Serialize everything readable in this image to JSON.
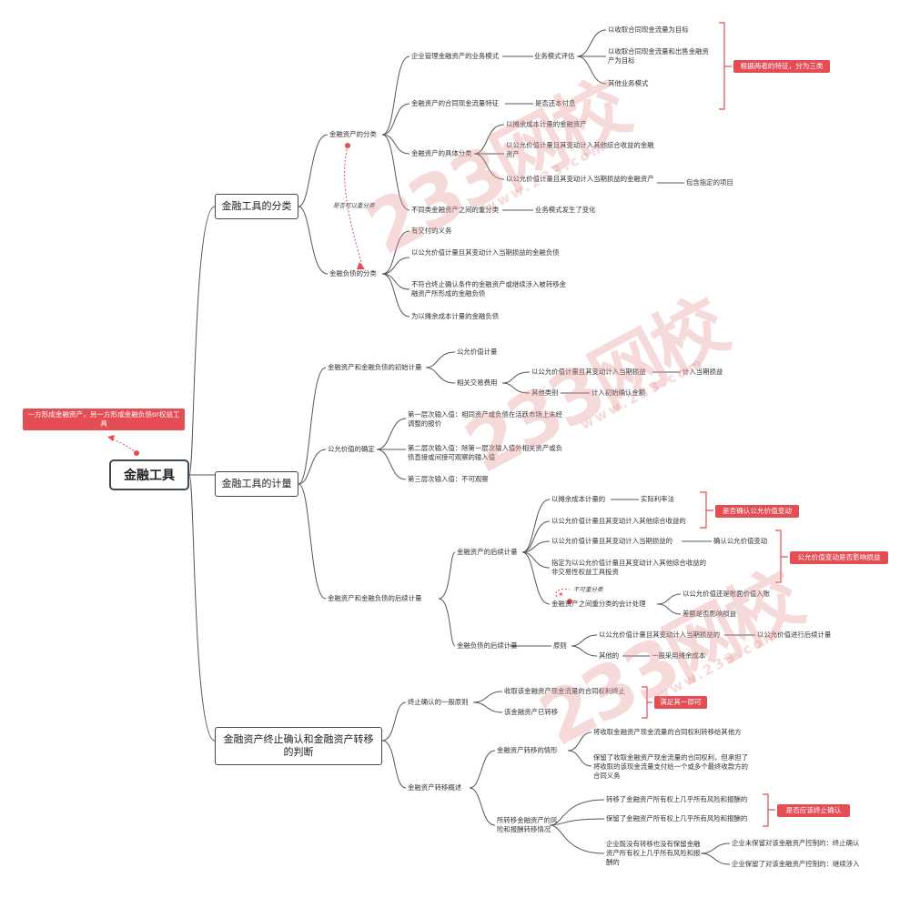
{
  "root": {
    "label": "金融工具"
  },
  "root_tag": "一方形成金融资产，另一方形成金融负债or权益工具",
  "branches": {
    "b1": "金融工具的分类",
    "b2": "金融工具的计量",
    "b3": "金融资产终止确认和金融资产转移的判断"
  },
  "classification": {
    "asset_class": "金融资产的分类",
    "liability_class": "金融负债的分类",
    "reclass_note": "是否可以重分类",
    "business_model": "企业管理金融资产的业务模式",
    "business_model_eval": "业务模式评估",
    "bm_items": [
      "以收取合同现金流量为目标",
      "以收取合同现金流量和出售金融资产为目标",
      "其他业务模式"
    ],
    "tag_three": "根据两者的特征，分为三类",
    "cashflow": "金融资产的合同现金流量特征",
    "cashflow_child": "是否还本付息",
    "specific": "金融资产的具体分类",
    "specific_items": [
      "以摊余成本计量的金融资产",
      "以公允价值计量且其变动计入其他综合收益的金融资产",
      "以公允价值计量且其变动计入当期损益的金融资产"
    ],
    "designated": "包含指定的项目",
    "reclass": "不同类金融资产之间的重分类",
    "reclass_child": "业务模式发生了变化",
    "liab_items": [
      "有交付的义务",
      "以公允价值计量且其变动计入当期损益的金融负债",
      "不符合终止确认条件的金融资产或继续涉入被转移金融资产所形成的金融负债",
      "为以摊余成本计量的金融负债"
    ]
  },
  "measurement": {
    "initial": "金融资产和金融负债的初始计量",
    "initial_fv": "公允价值计量",
    "txn_cost": "相关交易费用",
    "txn_fvpl": "以公允价值计量且其变动计入当期损益",
    "txn_fvpl_child": "计入当期损益",
    "txn_other": "其他类别",
    "txn_other_child": "计入初始确认金额",
    "fair_value": "公允价值的确定",
    "levels": [
      "第一层次输入值：相同资产或负债在活跃市场上未经调整的报价",
      "第二层次输入值：除第一层次输入值外相关资产或负债直接或间接可观察的输入值",
      "第三层次输入值：不可观察"
    ],
    "subsequent": "金融资产和金融负债的后续计量",
    "asset_sub": "金融资产的后续计量",
    "amortized": "以摊余成本计量的",
    "effective_rate": "实际利率法",
    "fvoci": "以公允价值计量且其变动计入其他综合收益的",
    "fvpl": "以公允价值计量且其变动计入当期损益的",
    "fvpl_child": "确认公允价值变动",
    "designated_equity": "指定为以公允价值计量且其变动计入其他综合收益的非交易性权益工具投资",
    "tag_fv_change": "是否确认公允价值变动",
    "tag_fv_pl": "公允价值变动是否影响损益",
    "no_reclass": "不可重分类",
    "reclass_acct": "金融资产之间重分类的会计处理",
    "reclass_acct_items": [
      "以公允价值还是账面价值入账",
      "差额是否影响损益"
    ],
    "liab_sub": "金融负债的后续计量",
    "principle": "原则",
    "principle_fvpl": "以公允价值计量且其变动计入当期损益的",
    "principle_fvpl_child": "以公允价值进行后续计量",
    "principle_other": "其他的",
    "principle_other_child": "一般采用摊余成本"
  },
  "derecognition": {
    "general": "终止确认的一般原则",
    "general_items": [
      "收取该金融资产现金流量的合同权利终止",
      "该金融资产已转移"
    ],
    "tag_one": "满足其一即可",
    "transfer": "金融资产转移概述",
    "transfer_situations": "金融资产转移的情形",
    "situation_items": [
      "将收取金融资产现金流量的合同权利转移给其他方",
      "保留了收取金融资产现金流量的合同权利，但承担了将收取的该现金流量支付给一个或多个最终收款方的合同义务"
    ],
    "risk": "所转移金融资产的风险和报酬转移情况",
    "risk_items": [
      "转移了金融资产所有权上几乎所有风险和报酬的",
      "保留了金融资产所有权上几乎所有风险和报酬的",
      "企业既没有转移也没有保留金融资产所有权上几乎所有风险和报酬的"
    ],
    "tag_derecog": "是否应该终止确认",
    "control_items": [
      "企业未保留对该金融资产控制的：终止确认",
      "企业保留了对该金融资产控制的：继续涉入"
    ]
  },
  "watermark": {
    "logo": "233网校",
    "url": "www.233.com"
  }
}
